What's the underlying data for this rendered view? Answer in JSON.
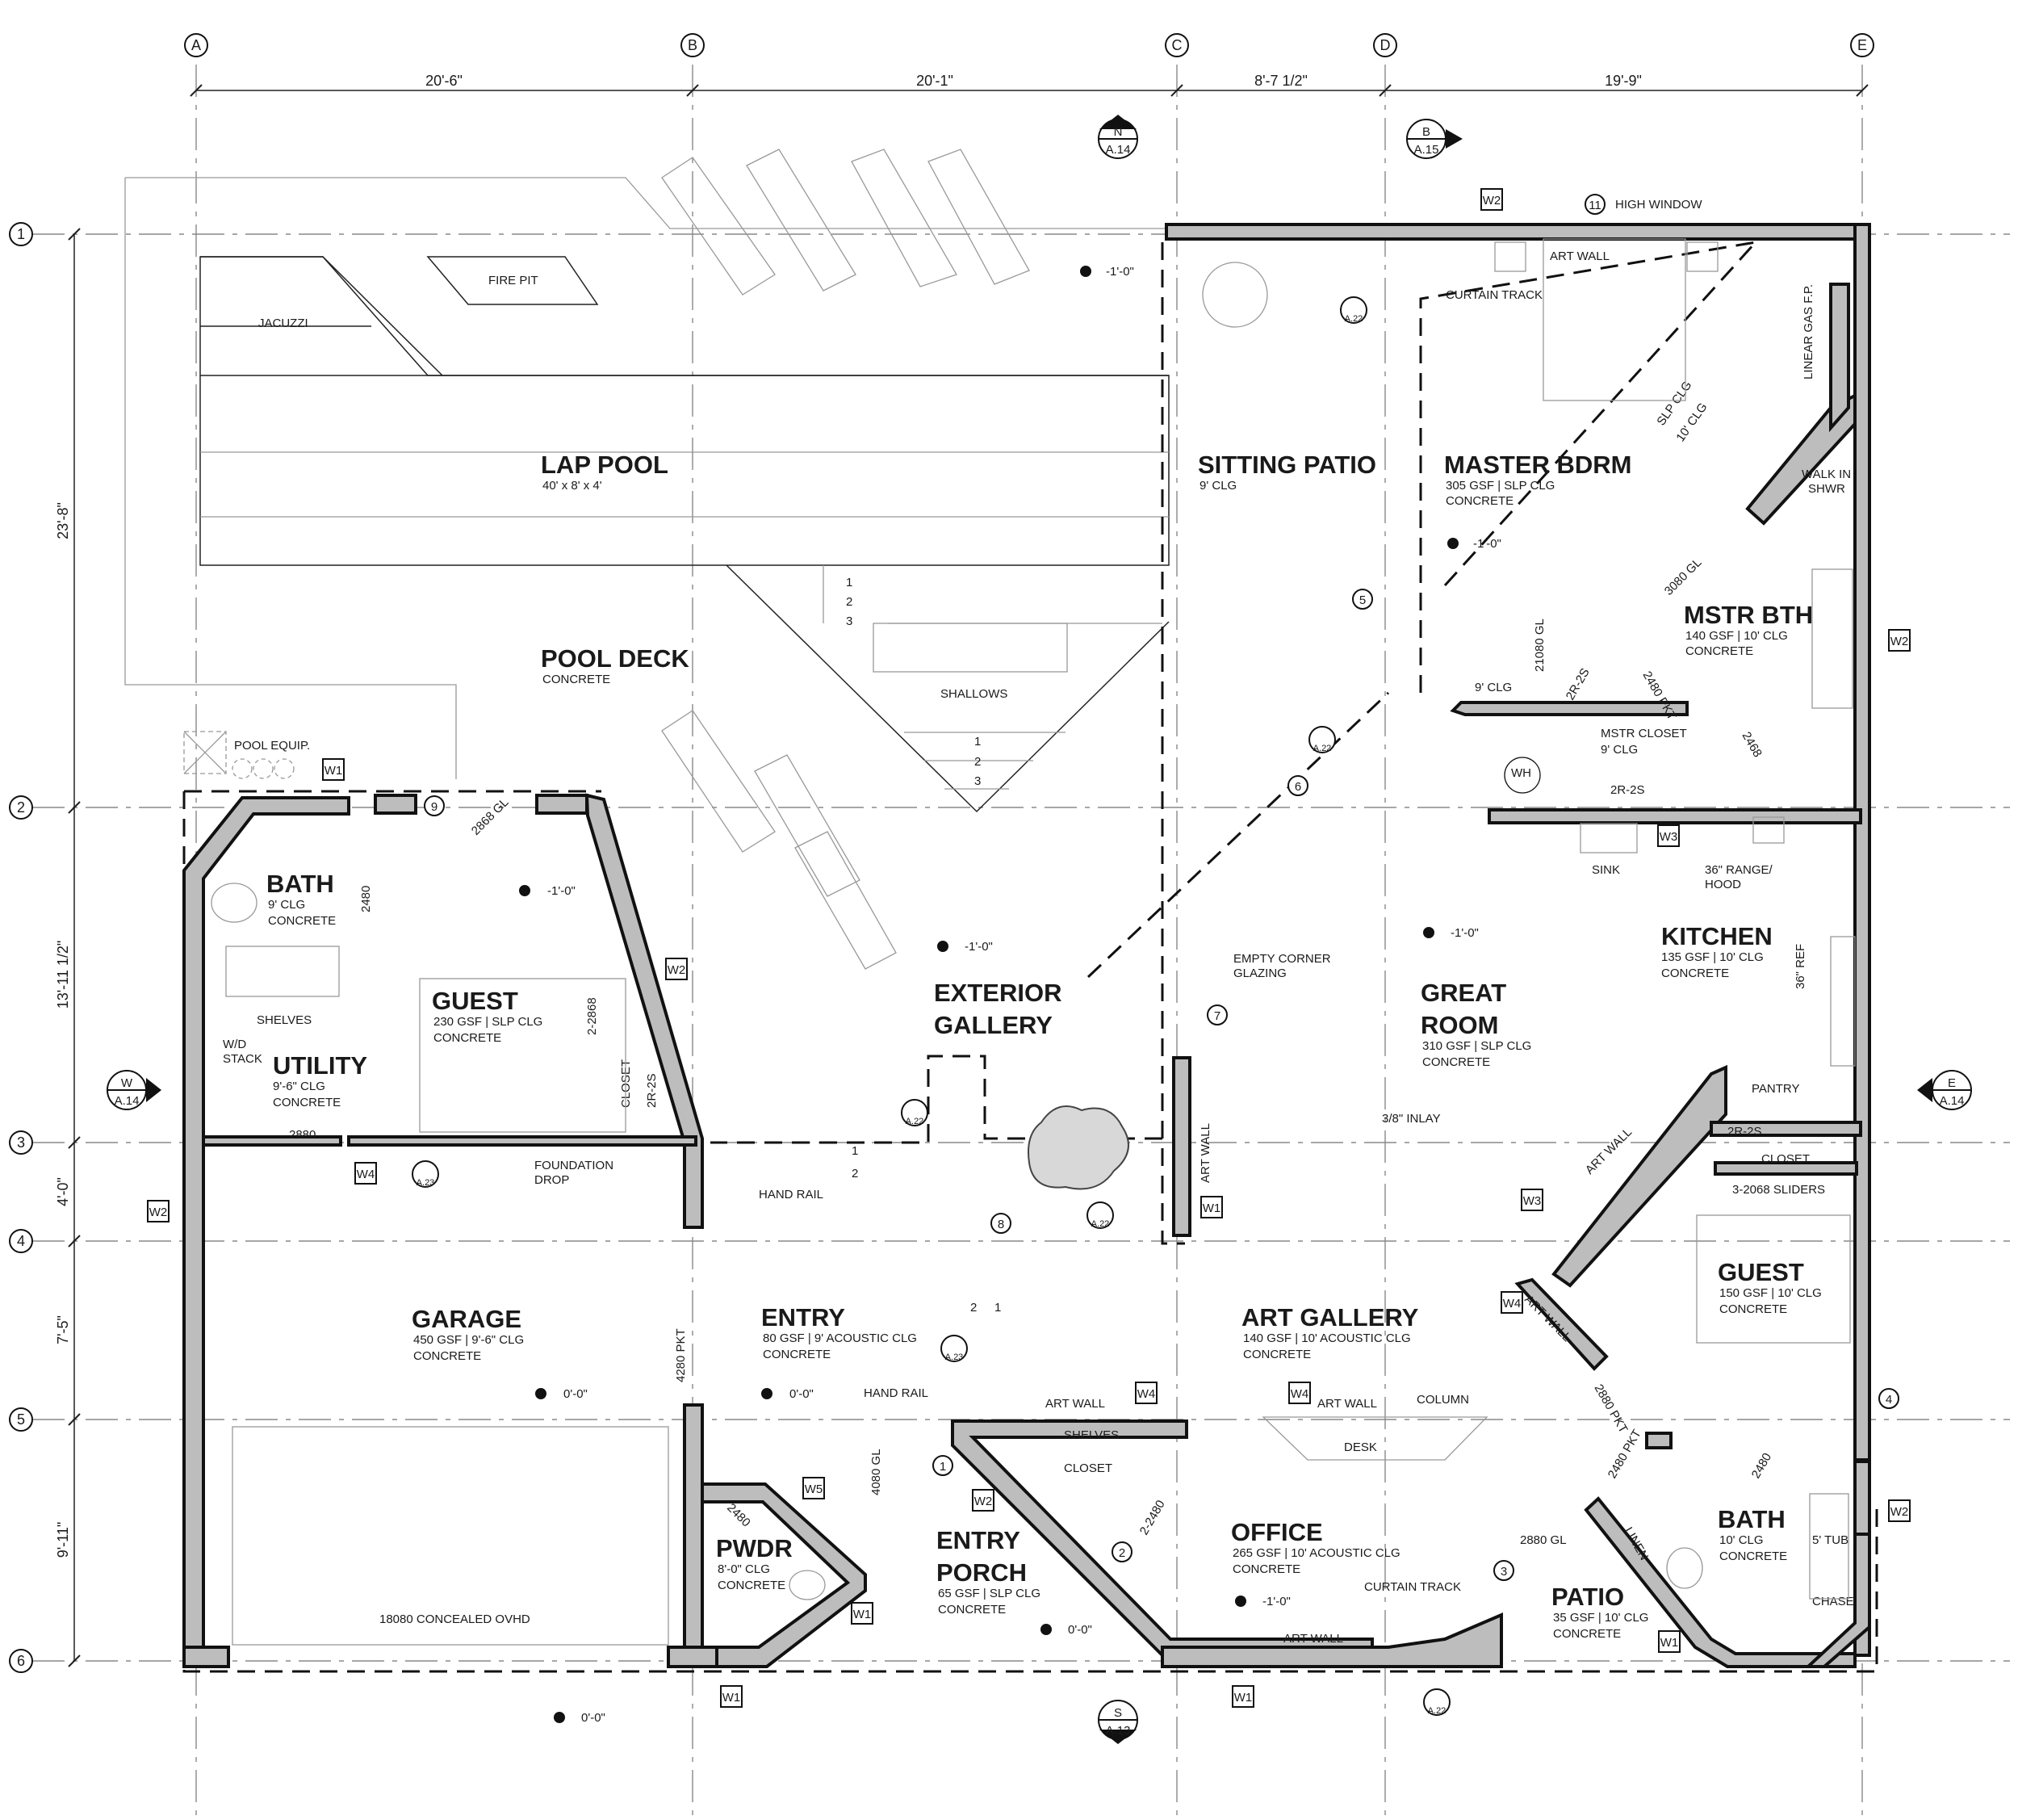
{
  "grid": {
    "columns": [
      "A",
      "B",
      "C",
      "D",
      "E"
    ],
    "rows": [
      "1",
      "2",
      "3",
      "4",
      "5",
      "6"
    ]
  },
  "dimensions": {
    "top": [
      "20'-6\"",
      "20'-1\"",
      "8'-7 1/2\"",
      "19'-9\""
    ],
    "left": [
      "23'-8\"",
      "13'-11 1/2\"",
      "4'-0\"",
      "7'-5\"",
      "9'-11\""
    ]
  },
  "section_markers": {
    "north": {
      "letter": "N",
      "sheet": "A.14"
    },
    "b": {
      "letter": "B",
      "sheet": "A.15"
    },
    "west": {
      "letter": "W",
      "sheet": "A.14"
    },
    "east": {
      "letter": "E",
      "sheet": "A.14"
    },
    "south": {
      "letter": "S",
      "sheet": "A.13"
    }
  },
  "rooms": {
    "lap_pool": {
      "name": "LAP POOL",
      "sub": "40' x 8' x 4'"
    },
    "pool_deck": {
      "name": "POOL DECK",
      "sub": "CONCRETE"
    },
    "sitting_patio": {
      "name": "SITTING PATIO",
      "sub": "9' CLG"
    },
    "master_bdrm": {
      "name": "MASTER BDRM",
      "sub1": "305 GSF | SLP CLG",
      "sub2": "CONCRETE"
    },
    "mstr_bth": {
      "name": "MSTR BTH",
      "sub1": "140 GSF | 10' CLG",
      "sub2": "CONCRETE"
    },
    "mstr_closet": {
      "name": "MSTR CLOSET",
      "sub": "9' CLG"
    },
    "bath1": {
      "name": "BATH",
      "sub1": "9' CLG",
      "sub2": "CONCRETE"
    },
    "guest1": {
      "name": "GUEST",
      "sub1": "230 GSF | SLP CLG",
      "sub2": "CONCRETE"
    },
    "utility": {
      "name": "UTILITY",
      "sub1": "9'-6\" CLG",
      "sub2": "CONCRETE"
    },
    "exterior_gallery": {
      "name1": "EXTERIOR",
      "name2": "GALLERY"
    },
    "great_room": {
      "name1": "GREAT",
      "name2": "ROOM",
      "sub1": "310 GSF | SLP CLG",
      "sub2": "CONCRETE"
    },
    "kitchen": {
      "name": "KITCHEN",
      "sub1": "135 GSF | 10' CLG",
      "sub2": "CONCRETE"
    },
    "garage": {
      "name": "GARAGE",
      "sub1": "450 GSF | 9'-6\" CLG",
      "sub2": "CONCRETE"
    },
    "entry": {
      "name": "ENTRY",
      "sub1": "80 GSF | 9' ACOUSTIC CLG",
      "sub2": "CONCRETE"
    },
    "art_gallery": {
      "name": "ART GALLERY",
      "sub1": "140 GSF | 10' ACOUSTIC CLG",
      "sub2": "CONCRETE"
    },
    "guest2": {
      "name": "GUEST",
      "sub1": "150 GSF | 10' CLG",
      "sub2": "CONCRETE"
    },
    "pwdr": {
      "name": "PWDR",
      "sub1": "8'-0\" CLG",
      "sub2": "CONCRETE"
    },
    "entry_porch": {
      "name1": "ENTRY",
      "name2": "PORCH",
      "sub1": "65 GSF | SLP CLG",
      "sub2": "CONCRETE"
    },
    "office": {
      "name": "OFFICE",
      "sub1": "265 GSF | 10' ACOUSTIC CLG",
      "sub2": "CONCRETE"
    },
    "patio": {
      "name": "PATIO",
      "sub1": "35 GSF | 10' CLG",
      "sub2": "CONCRETE"
    },
    "bath2": {
      "name": "BATH",
      "sub1": "10' CLG",
      "sub2": "CONCRETE"
    }
  },
  "notes": {
    "fire_pit": "FIRE PIT",
    "jacuzzi": "JACUZZI",
    "shallows": "SHALLOWS",
    "pool_equip": "POOL EQUIP.",
    "high_window": "HIGH WINDOW",
    "curtain_track": "CURTAIN TRACK",
    "art_wall": "ART WALL",
    "linear_gas": "LINEAR GAS F.P.",
    "slp_clg": "SLP CLG",
    "ten_clg": "10' CLG",
    "walk_in": "WALK IN",
    "shwr": "SHWR",
    "nine_clg": "9' CLG",
    "wh": "WH",
    "sink": "SINK",
    "range": "36\" RANGE/",
    "hood": "HOOD",
    "ref": "36\" REF",
    "pantry": "PANTRY",
    "closet": "CLOSET",
    "sliders": "3-2068 SLIDERS",
    "empty_corner": "EMPTY CORNER",
    "glazing": "GLAZING",
    "inlay": "3/8\" INLAY",
    "shelves": "SHELVES",
    "wd": "W/D",
    "stack": "STACK",
    "foundation": "FOUNDATION",
    "drop": "DROP",
    "hand_rail": "HAND RAIL",
    "column": "COLUMN",
    "desk": "DESK",
    "linen": "LINEN",
    "tub": "5' TUB",
    "chase": "CHASE",
    "garage_door": "18080 CONCEALED OVHD",
    "d2868gl": "2868 GL",
    "d2480": "2480",
    "d2_2868": "2-2868",
    "d2r2s": "2R-2S",
    "d2880": "2880",
    "d4280pkt": "4280 PKT",
    "d4080gl": "4080 GL",
    "d2_2480": "2-2480",
    "d2880gl": "2880 GL",
    "d2480pkt": "2480 PKT",
    "d2880pkt": "2880 PKT",
    "d3080gl": "3080 GL",
    "d21080gl": "21080 GL",
    "d2468": "2468"
  },
  "elevations": {
    "neg1": "-1'-0\"",
    "zero": "0'-0\""
  },
  "steps": [
    "1",
    "2",
    "3"
  ],
  "wall_tags": {
    "w1": "W1",
    "w2": "W2",
    "w3": "W3",
    "w4": "W4",
    "w5": "W5"
  },
  "detail_refs": {
    "a22": "A.22",
    "a23": "A.23"
  },
  "keynotes": [
    "1",
    "2",
    "3",
    "4",
    "5",
    "6",
    "7",
    "8",
    "9",
    "11"
  ]
}
